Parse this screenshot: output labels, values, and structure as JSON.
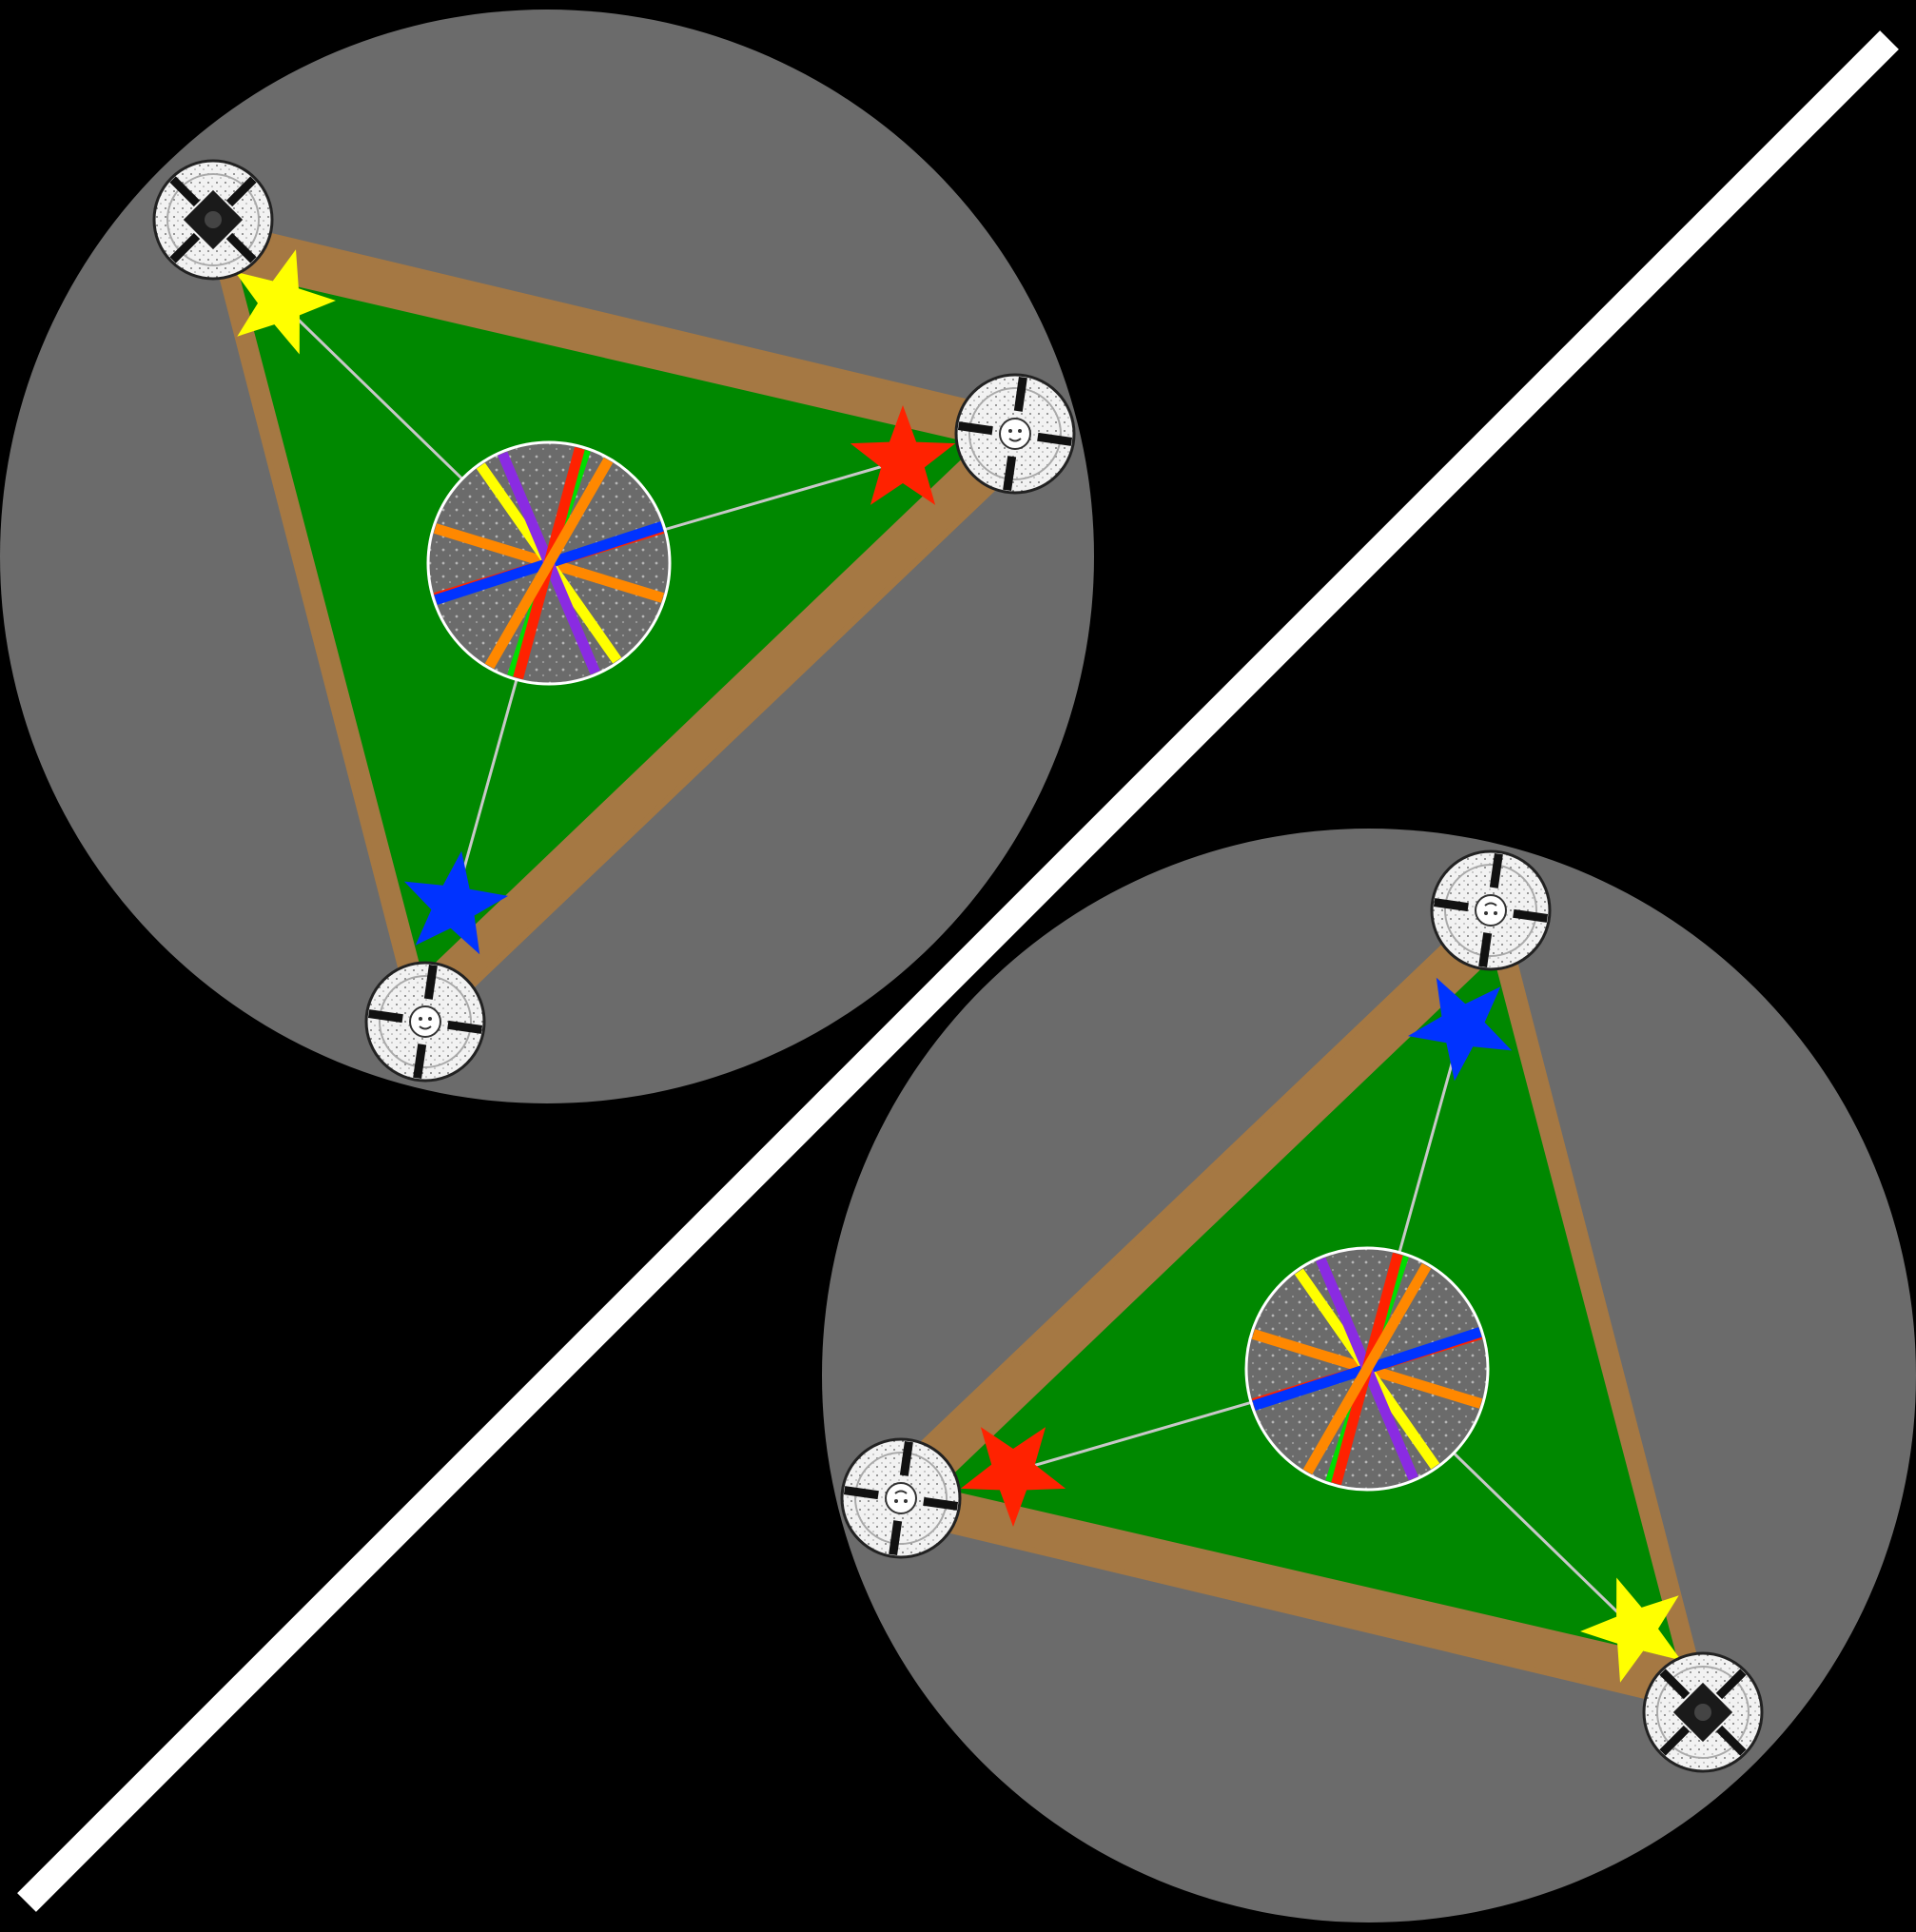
{
  "background_color": "#000000",
  "divider": {
    "color": "#ffffff"
  },
  "arena": {
    "floor_color": "#6b6b6b",
    "table_color": "#008800",
    "rail_color": "#a57843",
    "link_line_color": "#c8c8c8",
    "stars": [
      "yellow",
      "red",
      "blue"
    ],
    "star_colors": {
      "yellow": "#ffff00",
      "red": "#ff2200",
      "blue": "#0033ff"
    },
    "pockets": [
      "dark-pocket",
      "face-pocket",
      "face-pocket"
    ],
    "hub_spoke_colors": [
      "#ff2200",
      "#ff8800",
      "#ffff00",
      "#00dd00",
      "#0033ff",
      "#8a2be2",
      "#ff2200",
      "#ff8800"
    ]
  },
  "boards": [
    {
      "id": "board-top-left",
      "mirrored": false
    },
    {
      "id": "board-bottom-right",
      "mirrored": true
    }
  ]
}
